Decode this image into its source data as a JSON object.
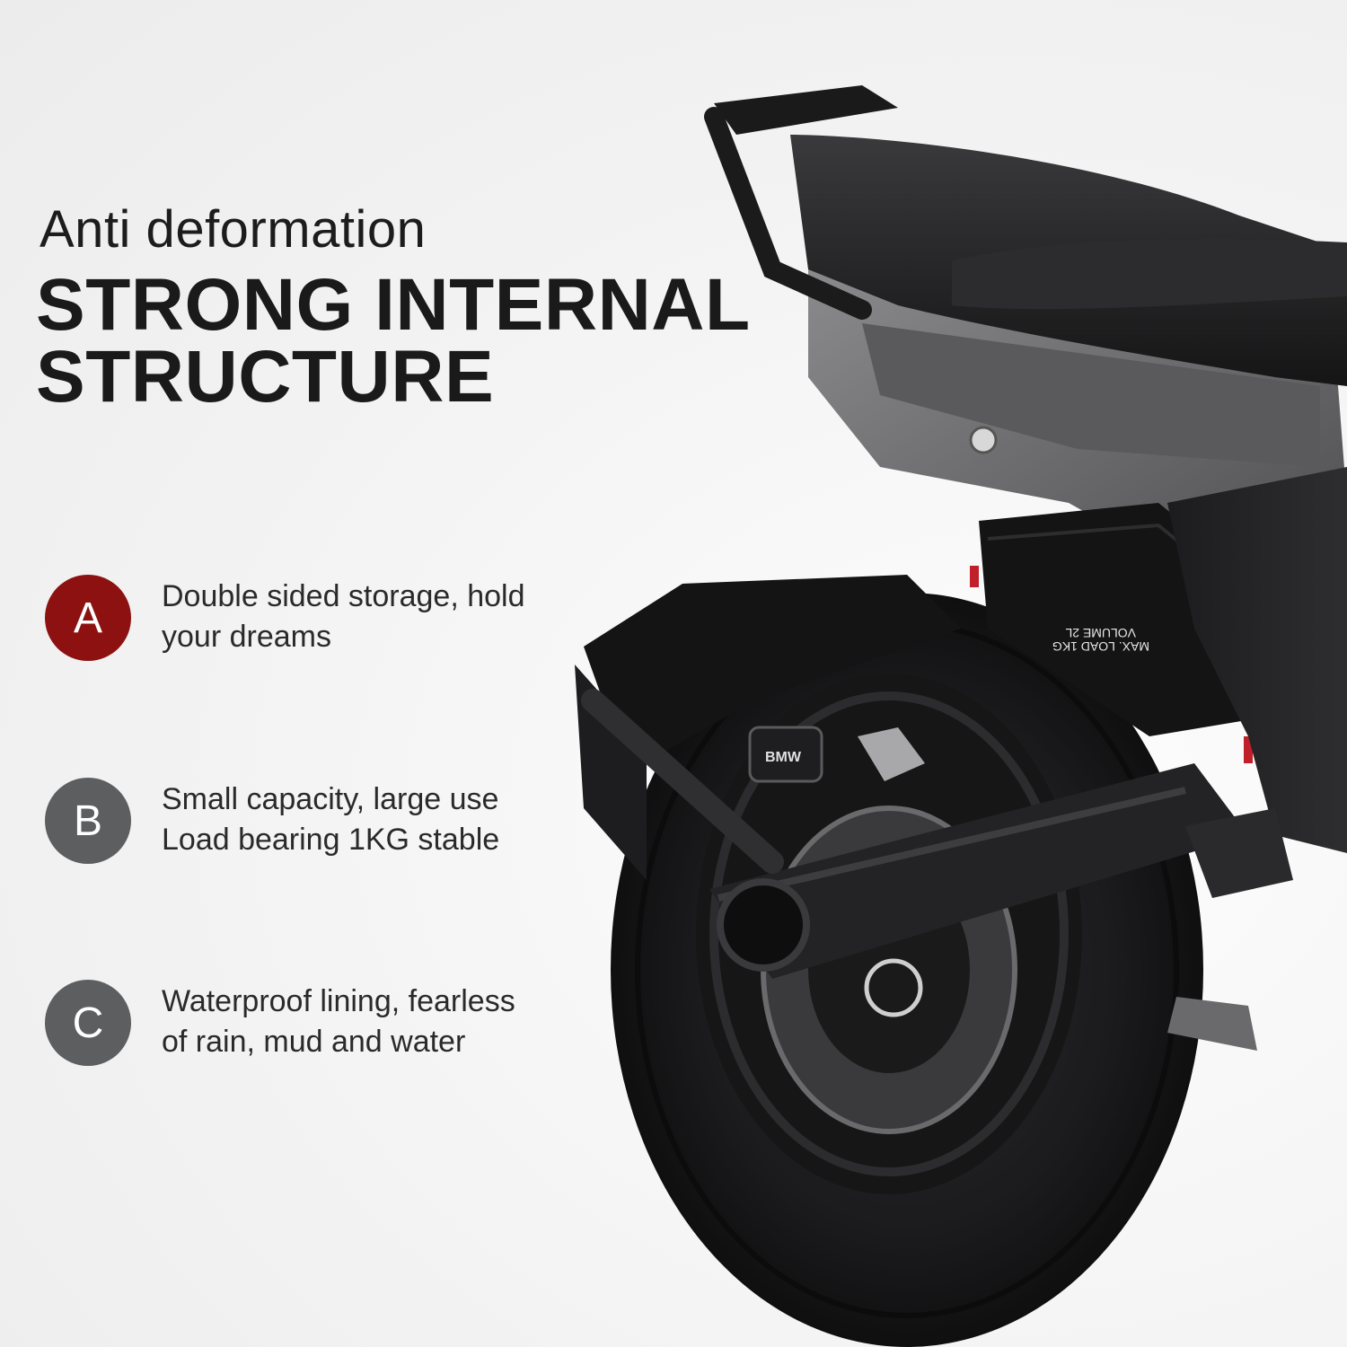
{
  "header": {
    "subtitle": "Anti deformation",
    "title_line1": "STRONG INTERNAL",
    "title_line2": "STRUCTURE"
  },
  "features": [
    {
      "letter": "A",
      "line1": "Double sided storage, hold",
      "line2": "your dreams",
      "badge_color": "#8d1111"
    },
    {
      "letter": "B",
      "line1": "Small capacity, large use",
      "line2": "Load bearing 1KG stable",
      "badge_color": "#5d5e60"
    },
    {
      "letter": "C",
      "line1": "Waterproof lining, fearless",
      "line2": "of rain, mud and water",
      "badge_color": "#5d5e60"
    }
  ],
  "photo": {
    "bag_label_1": "VOLUME 2L",
    "bag_label_2": "MAX. LOAD 1KG",
    "caliper_brand": "BMW"
  }
}
